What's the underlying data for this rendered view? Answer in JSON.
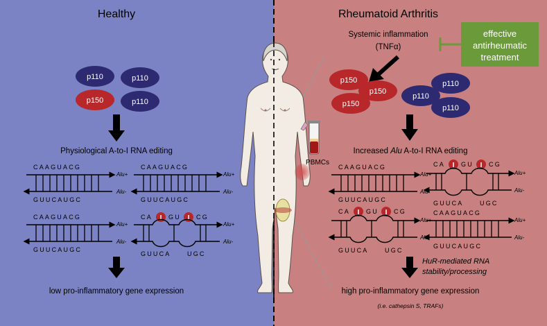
{
  "panels": {
    "healthy_title": "Healthy",
    "ra_title": "Rheumatoid Arthritis"
  },
  "healthy": {
    "proteins": [
      "p110",
      "p110",
      "p150",
      "p110"
    ],
    "editing_label": "Physiological A-to-I RNA editing",
    "outcome_label": "low pro-inflammatory gene expression"
  },
  "ra": {
    "inflammation_line1": "Systemic inflammation",
    "inflammation_line2": "(TNFα)",
    "treatment_line1": "effective",
    "treatment_line2": "antirheumatic",
    "treatment_line3": "treatment",
    "proteins_p150": [
      "p150",
      "p150",
      "p150"
    ],
    "proteins_p110": [
      "p110",
      "p110",
      "p110"
    ],
    "editing_prefix": "Increased ",
    "editing_italic": "Alu",
    "editing_suffix": " A-to-I RNA editing",
    "hur_line1": "HuR-mediated RNA",
    "hur_line2": "stability/processing",
    "outcome_label": "high pro-inflammatory gene expression",
    "example_label": "(i.e. cathepsin S, TRAFs)"
  },
  "center": {
    "pbmc_label": "PBMCs"
  },
  "rna": {
    "top_seq": "CAAGUACG",
    "bottom_seq": "GUUCAUGC",
    "edited_top_left": "CA",
    "edited_top_mid": "GU",
    "edited_top_right": "CG",
    "edited_bottom_left": "GUUCA",
    "edited_bottom_right": "UGC",
    "inosine": "I",
    "alu_plus": "Alu+",
    "alu_minus": "Alu-"
  },
  "colors": {
    "healthy_bg": "#7b83c4",
    "ra_bg": "#c88080",
    "p110": "#2e2a72",
    "p150": "#b8282a",
    "treatment": "#6a9a3a",
    "arrow": "#000000"
  }
}
